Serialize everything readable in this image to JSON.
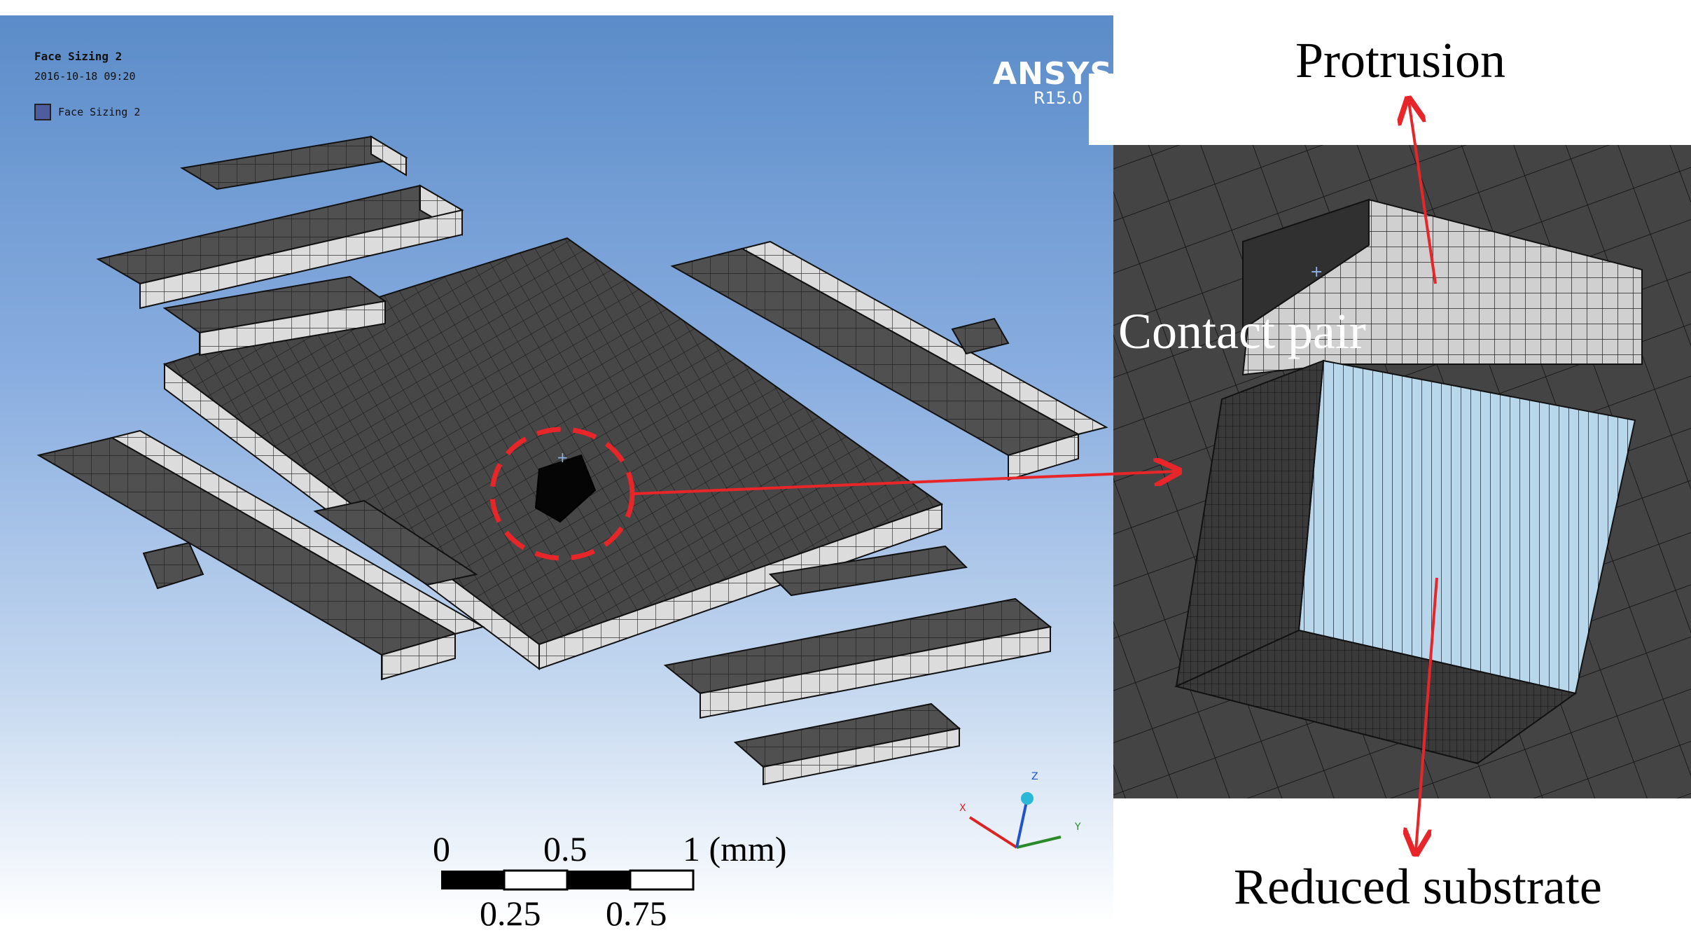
{
  "viewport": {
    "annotation_title": "Face Sizing 2",
    "annotation_date": "2016-10-18 09:20",
    "legend_label": "Face Sizing 2",
    "logo_text": "ANSYS",
    "logo_version": "R15.0"
  },
  "scale_bar": {
    "top_labels": [
      "0",
      "0.5",
      "1 (mm)"
    ],
    "bottom_labels": [
      "0.25",
      "0.75"
    ]
  },
  "triad": {
    "x": "X",
    "y": "Y",
    "z": "Z"
  },
  "callouts": {
    "protrusion": "Protrusion",
    "contact_pair": "Contact pair",
    "reduced_substrate": "Reduced substrate"
  },
  "colors": {
    "highlight_circle": "#e8262a",
    "arrow": "#e8262a",
    "mesh_face": "#474747",
    "mesh_side": "#d8d8d8",
    "substrate_face": "#b9d7ea",
    "legend_swatch": "#4f5d9e"
  }
}
